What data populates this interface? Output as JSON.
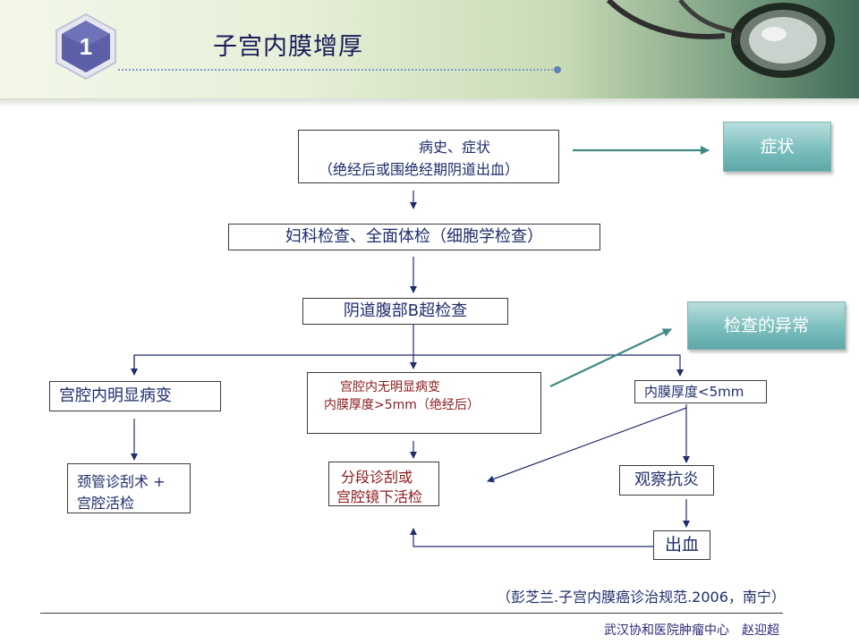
{
  "header": {
    "badge_number": "1",
    "title": "子宫内膜增厚"
  },
  "flow": {
    "history_line1": "病史、症状",
    "history_line2": "（绝经后或围绝经期阴道出血）",
    "exam": "妇科检查、全面体检（细胞学检查）",
    "ultrasound": "阴道腹部B超检查",
    "obvious_lesion": "宫腔内明显病变",
    "no_lesion_line1": "宫腔内无明显病变",
    "no_lesion_line2": "内膜厚度>5mm（绝经后）",
    "thin_endometrium": "内膜厚度<5mm",
    "cervical_curettage_line1": "颈管诊刮术 +",
    "cervical_curettage_line2": "宫腔活检",
    "segmented_curettage_line1": "分段诊刮或",
    "segmented_curettage_line2": "宫腔镜下活检",
    "observe": "观察抗炎",
    "bleeding": "出血"
  },
  "callouts": {
    "symptoms": "症状",
    "abnormal_exam": "检查的异常"
  },
  "reference": "（彭芝兰.子宫内膜癌诊治规范.2006，南宁）",
  "footer": "武汉协和医院肿瘤中心　赵迎超",
  "colors": {
    "teal_button": "#7cbfbe",
    "dark_red_text": "#8b1a1a",
    "navy_text": "#1f2d6b"
  }
}
